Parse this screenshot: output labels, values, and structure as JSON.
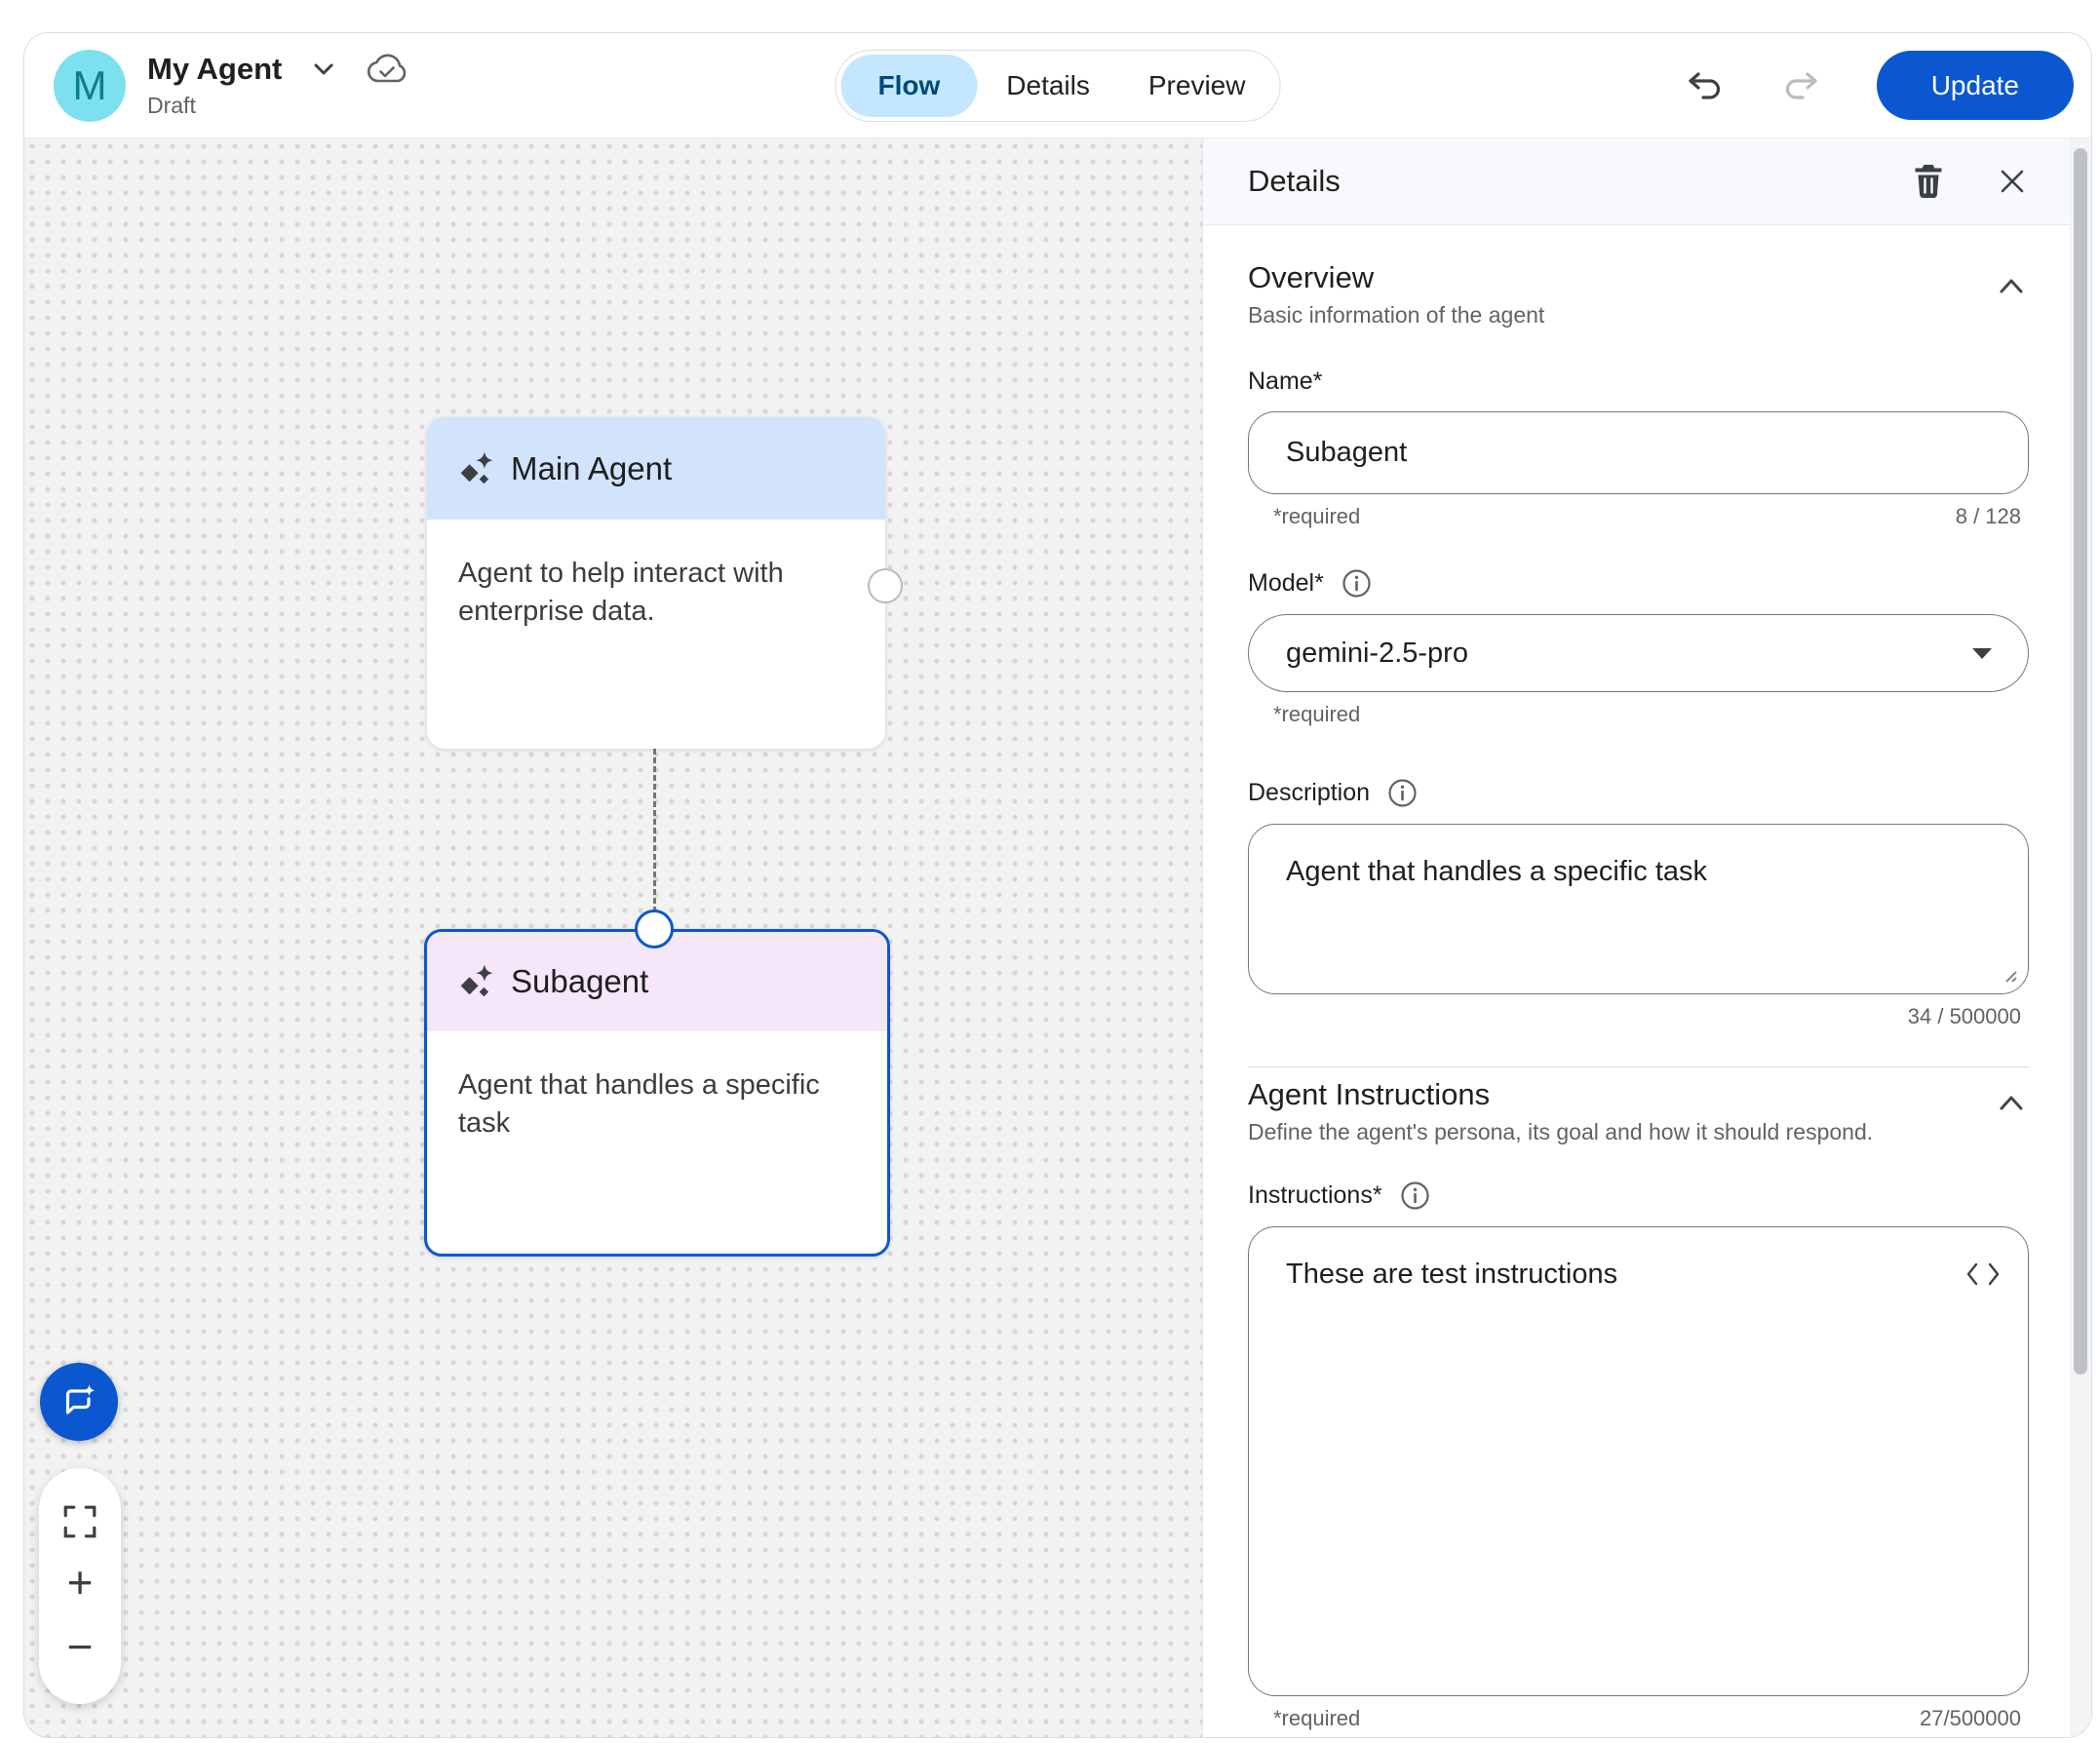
{
  "header": {
    "avatar_letter": "M",
    "title": "My Agent",
    "status": "Draft",
    "tabs": [
      {
        "label": "Flow",
        "active": true
      },
      {
        "label": "Details",
        "active": false
      },
      {
        "label": "Preview",
        "active": false
      }
    ],
    "update_label": "Update"
  },
  "canvas": {
    "nodes": [
      {
        "title": "Main Agent",
        "description": "Agent to help interact with enterprise data.",
        "selected": false
      },
      {
        "title": "Subagent",
        "description": "Agent that handles a specific task",
        "selected": true
      }
    ]
  },
  "panel": {
    "title": "Details",
    "overview": {
      "title": "Overview",
      "subtitle": "Basic information of the agent",
      "name_label": "Name*",
      "name_value": "Subagent",
      "name_required": "*required",
      "name_counter": "8 / 128",
      "model_label": "Model*",
      "model_value": "gemini-2.5-pro",
      "model_required": "*required",
      "description_label": "Description",
      "description_value": "Agent that handles a specific task",
      "description_counter": "34 / 500000"
    },
    "instructions": {
      "title": "Agent Instructions",
      "subtitle": "Define the agent's persona, its goal and how it should respond.",
      "label": "Instructions*",
      "value": "These are test instructions",
      "required": "*required",
      "counter": "27/500000"
    }
  },
  "icons": [
    "chevron-down-icon",
    "cloud-done-icon",
    "undo-icon",
    "redo-icon",
    "trash-icon",
    "close-icon",
    "chevron-up-icon",
    "info-icon",
    "dropdown-caret-icon",
    "resize-handle-icon",
    "code-icon",
    "sparkle-icon",
    "chat-sparkle-icon",
    "fullscreen-icon",
    "zoom-in-icon",
    "zoom-out-icon"
  ],
  "colors": {
    "accent": "#0b57d0",
    "tab_active_bg": "#c2e7ff",
    "tab_active_text": "#004a77",
    "node_main_header": "#d2e3fc",
    "node_sub_header": "#f5e6f9",
    "selected_border": "#0b57d0",
    "avatar_bg": "#7ce0ef",
    "avatar_text": "#0e7d8c",
    "canvas_bg": "#f2f2f2",
    "helper_text": "#5f6368"
  }
}
